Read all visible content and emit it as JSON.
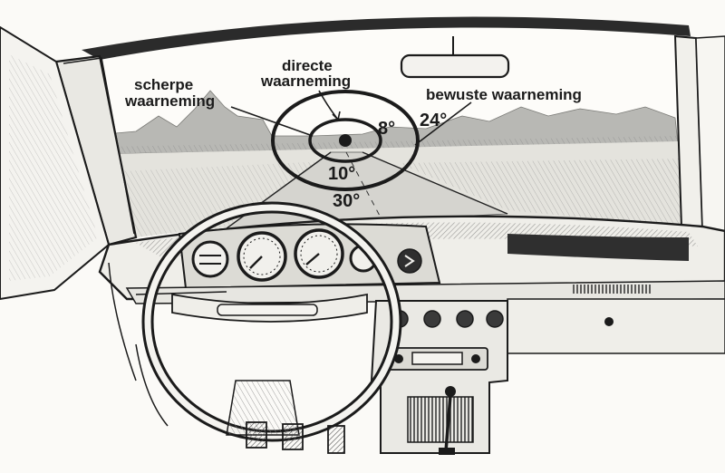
{
  "labels": {
    "scherpe_line1": "scherpe",
    "scherpe_line2": "waarneming",
    "directe_line1": "directe",
    "directe_line2": "waarneming",
    "bewuste": "bewuste waarneming"
  },
  "angles": {
    "inner": "8°",
    "middle": "10°",
    "outer_right": "24°",
    "outer_bottom": "30°"
  },
  "colors": {
    "ink": "#1b1b1b",
    "paper": "#fbfaf7",
    "shade": "#8a8a8a",
    "dark_shade": "#3a3a3a"
  }
}
